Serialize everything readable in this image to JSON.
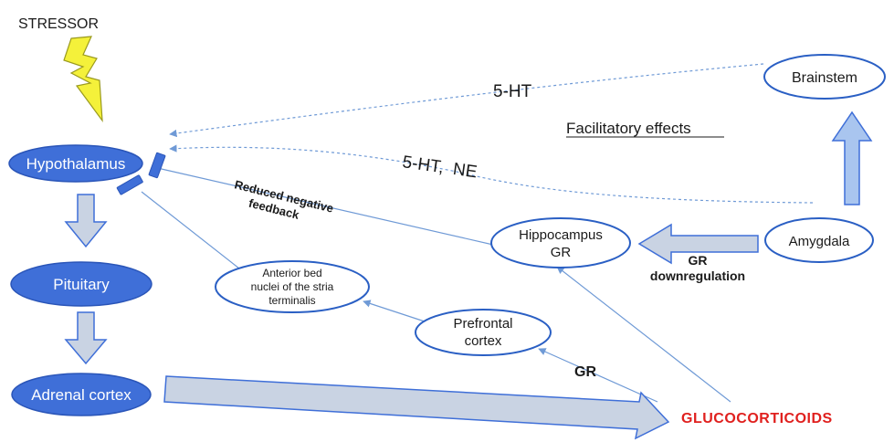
{
  "diagram": {
    "stressor": "STRESSOR",
    "nodes": {
      "hypothalamus": "Hypothalamus",
      "pituitary": "Pituitary",
      "adrenal_cortex": "Adrenal cortex",
      "brainstem": "Brainstem",
      "amygdala": "Amygdala",
      "hippocampus_line1": "Hippocampus",
      "hippocampus_line2": "GR",
      "bnst_line1": "Anterior bed",
      "bnst_line2": "nuclei of the stria",
      "bnst_line3": "terminalis",
      "prefrontal_line1": "Prefrontal",
      "prefrontal_line2": "cortex"
    },
    "labels": {
      "ht_brainstem": "5-HT",
      "ht_ne_amygdala": "5-HT,  NE",
      "facilitatory": "Facilitatory effects",
      "reduced_line1": "Reduced negative",
      "reduced_line2": "feedback",
      "gr_down_line1": "GR",
      "gr_down_line2": "downregulation",
      "gr_prefrontal": "GR",
      "glucocorticoids": "GLUCOCORTICOIDS"
    },
    "colors": {
      "node_fill": "#3f6fd8",
      "node_stroke": "#2a55b8",
      "outline": "#2a5fc4",
      "arrow_gray_fill": "#c9d3e3",
      "arrow_blue_fill": "#a9c5ef",
      "line_blue": "#6f9ad6",
      "lightning_fill": "#f4f13a",
      "glucocorticoids_red": "#e0201e"
    },
    "icons": {
      "stressor": "lightning-bolt-icon",
      "receptor": "receptor-bar-icon"
    }
  }
}
